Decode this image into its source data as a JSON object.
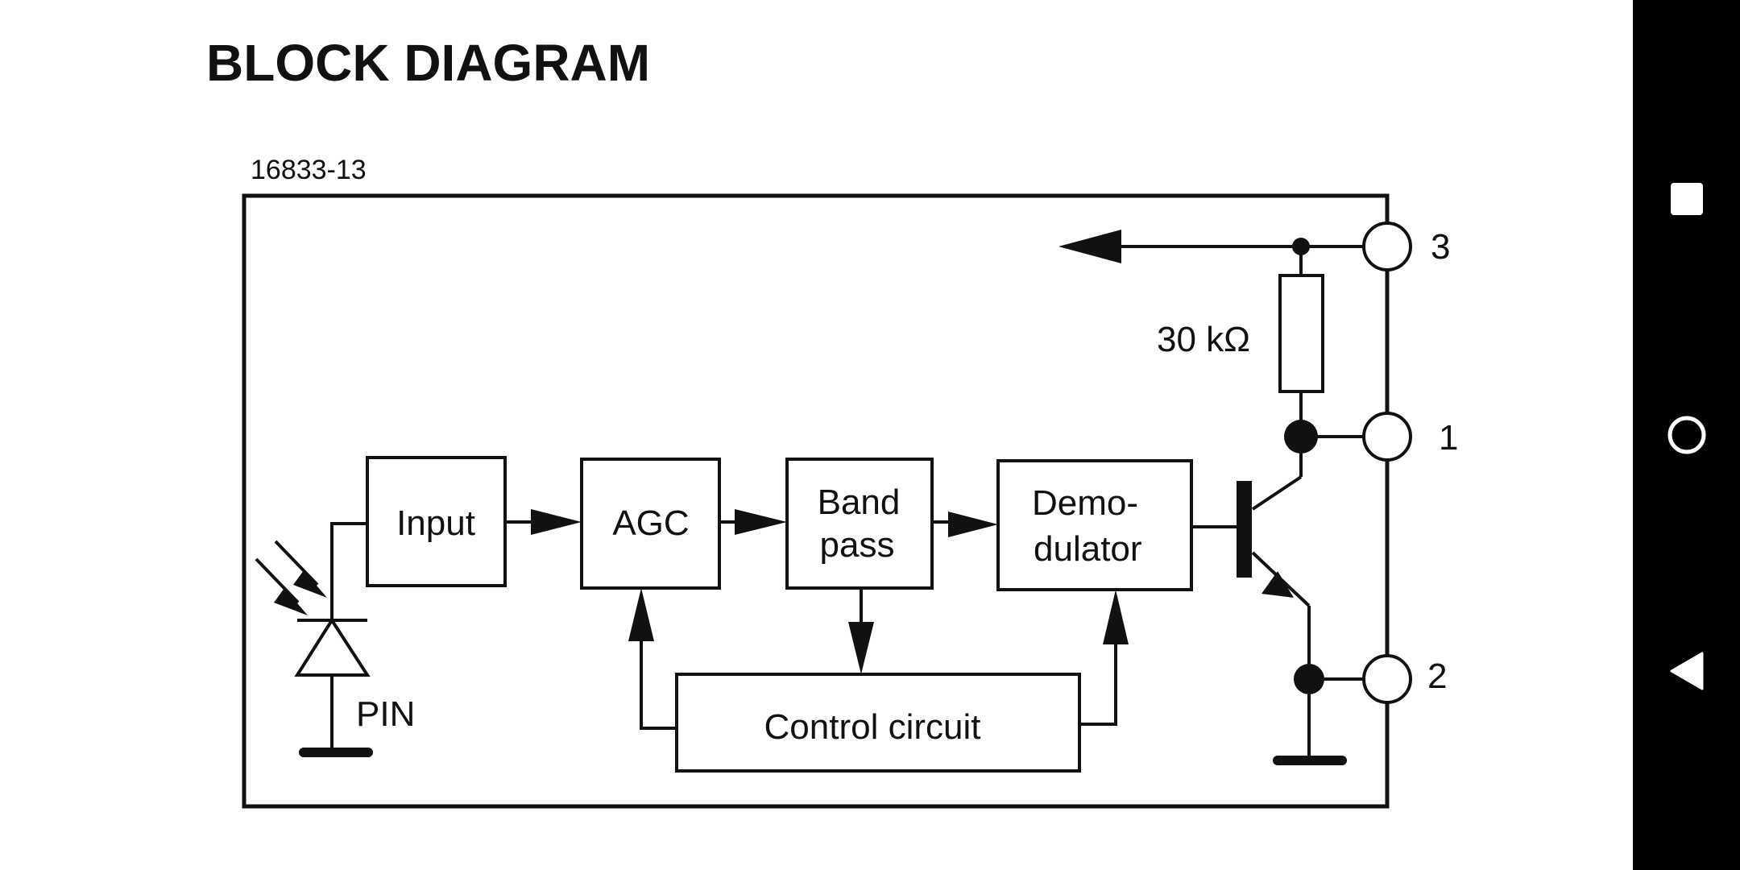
{
  "document": {
    "heading": "BLOCK DIAGRAM",
    "figure_id": "16833-13"
  },
  "diagram": {
    "blocks": {
      "input": "Input",
      "agc": "AGC",
      "bandpass_line1": "Band",
      "bandpass_line2": "pass",
      "demod_line1": "Demo-",
      "demod_line2": "dulator",
      "control": "Control circuit"
    },
    "resistor": "30 kΩ",
    "photodiode": "PIN",
    "pins": {
      "pin3": "3",
      "pin1": "1",
      "pin2": "2"
    }
  },
  "navigation": {
    "recents": "recents-button",
    "home": "home-button",
    "back": "back-button"
  }
}
